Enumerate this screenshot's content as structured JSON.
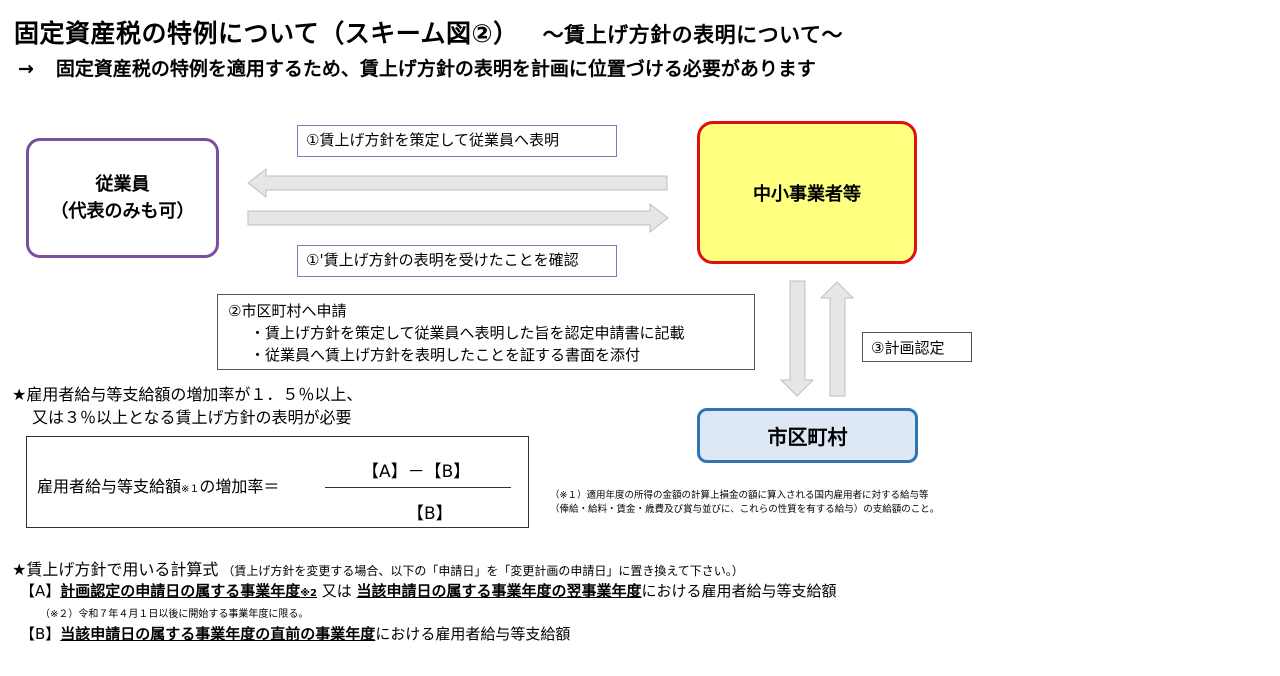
{
  "header": {
    "title": "固定資産税の特例について（スキーム図②）",
    "title_sub": "～賃上げ方針の表明について～",
    "subtitle_arrow": "→",
    "subtitle": "固定資産税の特例を適用するため、賃上げ方針の表明を計画に位置づける必要があります"
  },
  "nodes": {
    "employee_line1": "従業員",
    "employee_line2": "（代表のみも可）",
    "sme": "中小事業者等",
    "municipality": "市区町村"
  },
  "flows": {
    "step1": "①賃上げ方針を策定して従業員へ表明",
    "step1_confirm": "①'賃上げ方針の表明を受けたことを確認",
    "step2_title": "②市区町村へ申請",
    "step2_item1": "・賃上げ方針を策定して従業員へ表明した旨を認定申請書に記載",
    "step2_item2": "・従業員へ賃上げ方針を表明したことを証する書面を添付",
    "step3": "③計画認定"
  },
  "requirement": {
    "line1": "★雇用者給与等支給額の増加率が１．５％以上、",
    "line2": "又は３％以上となる賃上げ方針の表明が必要"
  },
  "formula": {
    "lhs": "雇用者給与等支給額",
    "lhs_note": "※１",
    "lhs_tail": "の増加率＝",
    "numerator": "【A】－【B】",
    "denominator": "【B】"
  },
  "note1": {
    "line1": "（※１）適用年度の所得の金額の計算上損金の額に算入される国内雇用者に対する給与等",
    "line2": "（俸給・給料・賃金・歳費及び賞与並びに、これらの性質を有する給与）の支給額のこと。"
  },
  "calc": {
    "heading": "★賃上げ方針で用いる計算式",
    "heading_note": "（賃上げ方針を変更する場合、以下の「申請日」を「変更計画の申請日」に置き換えて下さい。）",
    "a_prefix": "【A】",
    "a_part1": "計画認定の申請日の属する事業年度",
    "a_note": "※2",
    "a_mid": " 又は ",
    "a_part2": "当該申請日の属する事業年度の翌事業年度",
    "a_tail": "における雇用者給与等支給額",
    "note2": "（※２）令和７年４月１日以後に開始する事業年度に限る。",
    "b_prefix": "【B】",
    "b_part1": "当該申請日の属する事業年度の直前の事業年度",
    "b_tail": "における雇用者給与等支給額"
  },
  "colors": {
    "employee_border": "#7a4fa0",
    "sme_border": "#e01010",
    "sme_fill": "#ffff80",
    "municipality_border": "#2e75b6",
    "municipality_fill": "#dde8f4",
    "arrow_fill": "#e6e6e6"
  }
}
